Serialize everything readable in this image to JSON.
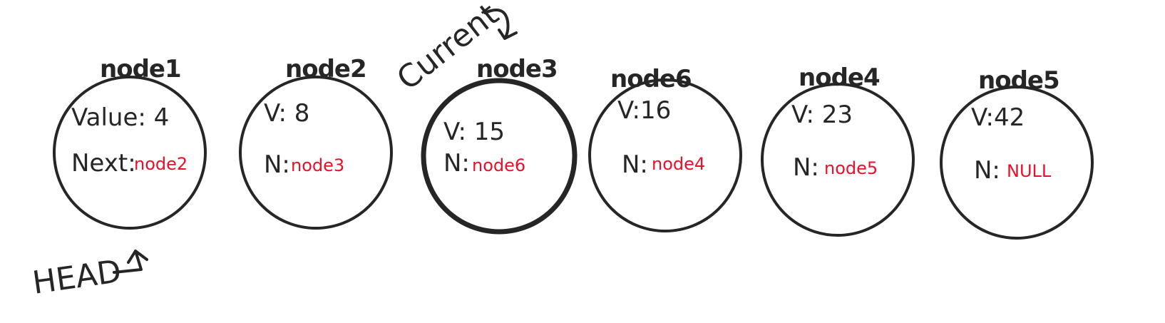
{
  "colors": {
    "ink": "#262626",
    "next_pointer": "#e8102a",
    "background": "#ffffff"
  },
  "nodes": [
    {
      "title": "node1",
      "value_text": "Value: 4",
      "next_label": "Next:",
      "next_value": "node2"
    },
    {
      "title": "node2",
      "value_text": "V: 8",
      "next_label": "N:",
      "next_value": "node3"
    },
    {
      "title": "node3",
      "value_text": "V: 15",
      "next_label": "N:",
      "next_value": "node6"
    },
    {
      "title": "node6",
      "value_text": "V:16",
      "next_label": "N:",
      "next_value": "node4"
    },
    {
      "title": "node4",
      "value_text": "V: 23",
      "next_label": "N:",
      "next_value": "node5"
    },
    {
      "title": "node5",
      "value_text": "V:42",
      "next_label": "N:",
      "next_value": "NULL"
    }
  ],
  "pointers": {
    "head": "HEAD",
    "current": "Current"
  }
}
